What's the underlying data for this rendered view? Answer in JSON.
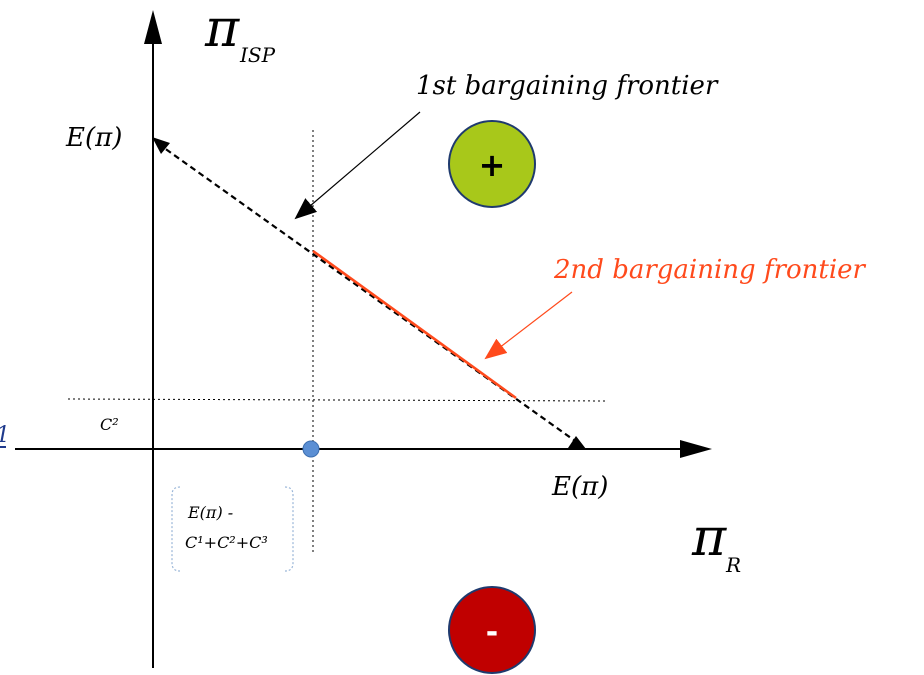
{
  "axes": {
    "y_symbol": "π",
    "y_subscript": "ISP",
    "x_symbol": "π",
    "x_subscript": "R",
    "y_intercept_label": "E(π)",
    "x_intercept_label": "E(π)"
  },
  "frontiers": {
    "first_label": "1st bargaining frontier",
    "second_label": "2nd bargaining frontier"
  },
  "levels": {
    "c2_label": "C²",
    "bracket_line1": "E(π) -",
    "bracket_line2": "C¹+C²+C³"
  },
  "regions": {
    "plus_label": "+",
    "minus_label": "-"
  },
  "stray_mark": "1",
  "colors": {
    "axis": "#000000",
    "second_frontier": "#ff4a1c",
    "plus_circle": "#a8c81a",
    "minus_circle": "#c00000",
    "circle_stroke": "#1f3a6e",
    "point": "#5b8fd4",
    "bracket": "#9ab6d8",
    "stray": "#1f3a8c"
  }
}
